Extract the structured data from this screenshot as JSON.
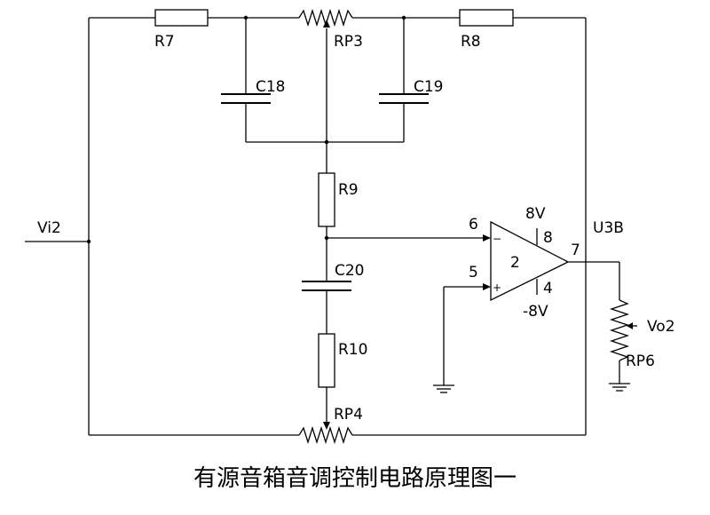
{
  "diagram": {
    "caption": "有源音箱音调控制电路原理图一",
    "labels": {
      "r7": "R7",
      "rp3": "RP3",
      "r8": "R8",
      "c18": "C18",
      "c19": "C19",
      "r9": "R9",
      "c20": "C20",
      "r10": "R10",
      "rp4": "RP4",
      "vi2": "Vi2",
      "u3b": "U3B",
      "rp6": "RP6",
      "vo2": "Vo2",
      "supply_pos": "8V",
      "supply_neg": "-8V",
      "pin_2": "2",
      "pin_4": "4",
      "pin_5": "5",
      "pin_6": "6",
      "pin_7": "7",
      "pin_8": "8",
      "minus_sign": "−",
      "plus_sign": "+"
    }
  }
}
